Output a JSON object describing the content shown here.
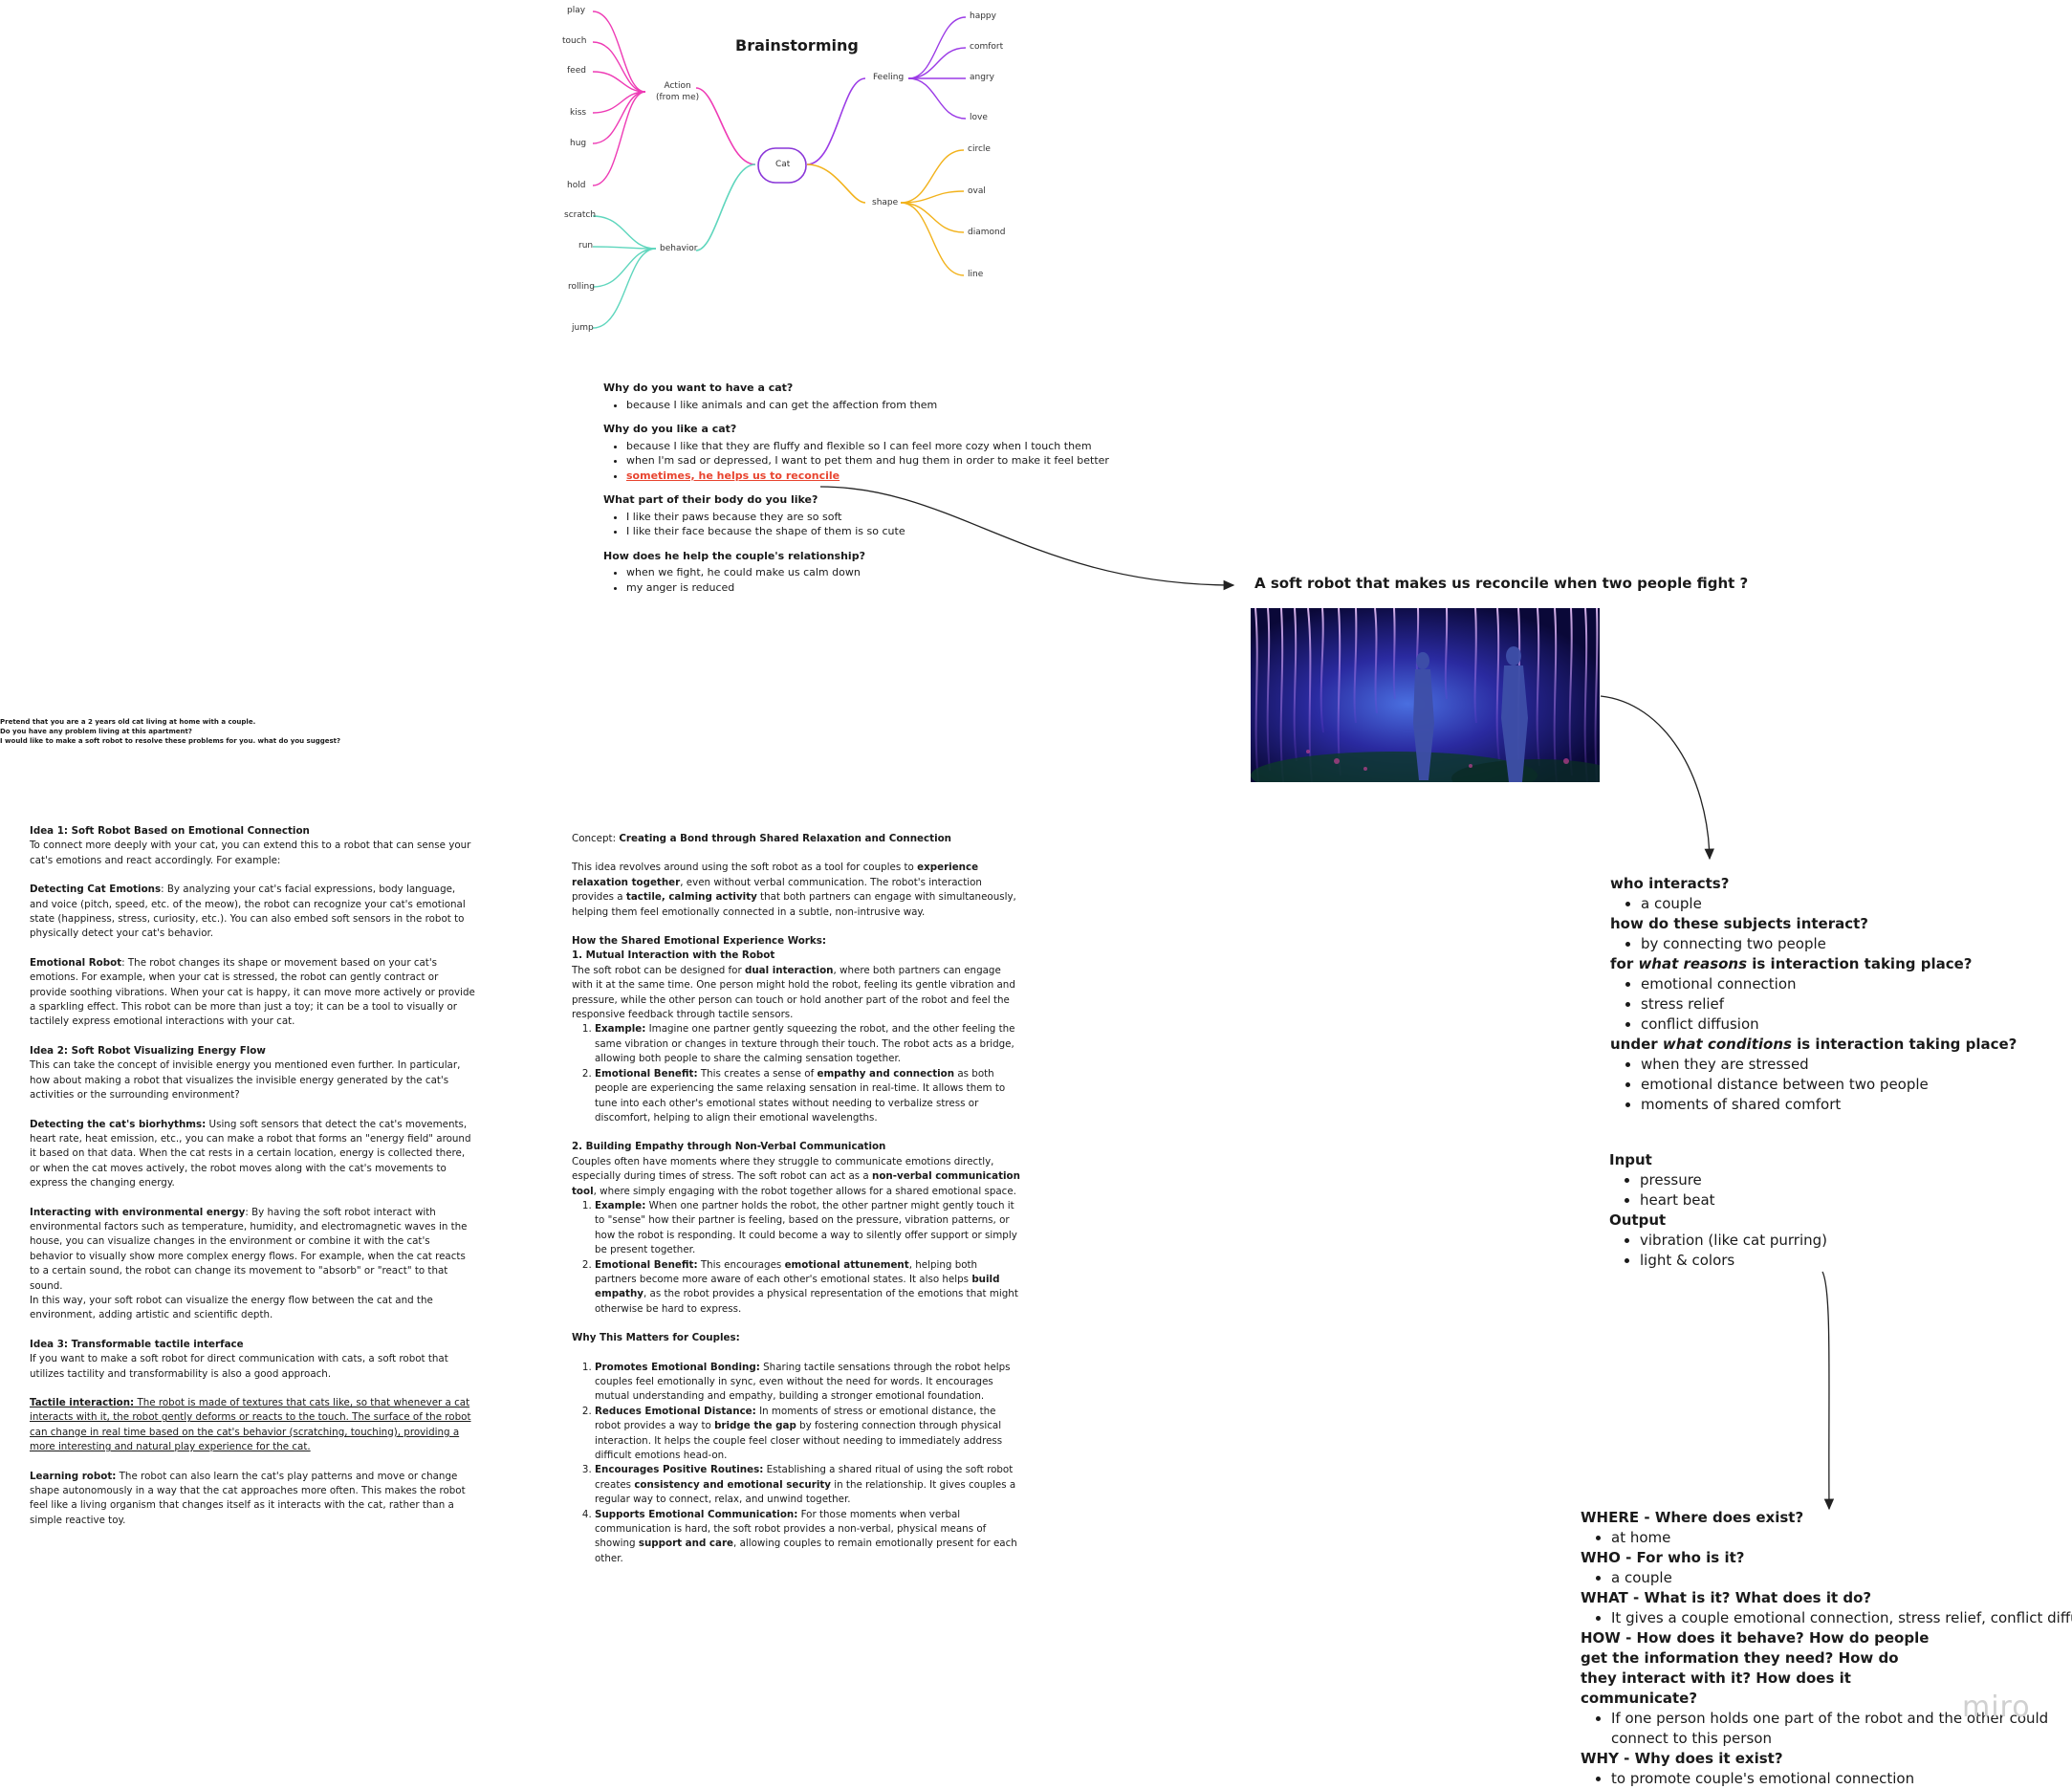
{
  "mindmap": {
    "title": "Brainstorming",
    "center": "Cat",
    "action": {
      "label": "Action\n(from me)",
      "items": [
        "play",
        "touch",
        "feed",
        "kiss",
        "hug",
        "hold"
      ],
      "color": "#ee3bb5"
    },
    "behavior": {
      "label": "behavior",
      "items": [
        "scratch",
        "run",
        "rolling",
        "jump"
      ],
      "color": "#5fd6bd"
    },
    "feeling": {
      "label": "Feeling",
      "items": [
        "happy",
        "comfort",
        "angry",
        "love"
      ],
      "color": "#9b3be6"
    },
    "shape": {
      "label": "shape",
      "items": [
        "circle",
        "oval",
        "diamond",
        "line"
      ],
      "color": "#f2b21b"
    }
  },
  "questions": [
    {
      "q": "Why do you want to have a cat?",
      "a": [
        "because I like animals and can get the affection from them"
      ]
    },
    {
      "q": "Why do you like a cat?",
      "a": [
        "because I like that they are fluffy and flexible so I can feel more cozy when I touch them",
        "when I'm sad or depressed, I want to pet them and hug them in order to make it feel better"
      ],
      "highlight": "sometimes, he helps us to reconcile"
    },
    {
      "q": "What part of their body do you like?",
      "a": [
        "I like their paws because they are so soft",
        "I like their face because the shape of them is so cute"
      ]
    },
    {
      "q": "How does he help the couple's relationship?",
      "a": [
        "when we fight, he could make us calm down",
        "my anger is reduced"
      ]
    }
  ],
  "robot_title": "A soft robot that makes us reconcile when two people fight ?",
  "prompt_lines": [
    "Pretend that you are a 2 years old cat living at home with a couple.",
    "Do you have any problem living at this apartment?",
    "I would like to make a soft robot to resolve these problems for you. what do you suggest?"
  ],
  "ideas": {
    "idea1_title": "Idea 1: Soft Robot Based on Emotional Connection",
    "idea1_text": "To connect more deeply with your cat, you can extend this to a robot that can sense your cat's emotions and react accordingly. For example:",
    "detect_title": "Detecting Cat Emotions",
    "detect_text": ": By analyzing your cat's facial expressions, body language, and voice (pitch, speed, etc. of the meow), the robot can recognize your cat's emotional state (happiness, stress, curiosity, etc.). You can also embed soft sensors in the robot to physically detect your cat's behavior.",
    "emo_title": "Emotional Robot",
    "emo_text": ": The robot changes its shape or movement based on your cat's emotions. For example, when your cat is stressed, the robot can gently contract or provide soothing vibrations. When your cat is happy, it can move more actively or provide a sparkling effect. This robot can be more than just a toy; it can be a tool to visually or tactilely express emotional interactions with your cat.",
    "idea2_title": "Idea 2: Soft Robot Visualizing Energy Flow",
    "idea2_text": "This can take the concept of invisible energy you mentioned even further. In particular, how about making a robot that visualizes the invisible energy generated by the cat's activities or the surrounding environment?",
    "bio_title": "Detecting the cat's biorhythms:",
    "bio_text": " Using soft sensors that detect the cat's movements, heart rate, heat emission, etc., you can make a robot that forms an \"energy field\" around it based on that data. When the cat rests in a certain location, energy is collected there, or when the cat moves actively, the robot moves along with the cat's movements to express the changing energy.",
    "env_title": "Interacting with environmental energy",
    "env_text": ": By having the soft robot interact with environmental factors such as temperature, humidity, and electromagnetic waves in the house, you can visualize changes in the environment or combine it with the cat's behavior to visually show more complex energy flows. For example, when the cat reacts to a certain sound, the robot can change its movement to \"absorb\" or \"react\" to that sound.",
    "env_text2": "In this way, your soft robot can visualize the energy flow between the cat and the environment, adding artistic and scientific depth.",
    "idea3_title": "Idea 3: Transformable tactile interface",
    "idea3_text": "If you want to make a soft robot for direct communication with cats, a soft robot that utilizes tactility and transformability is also a good approach.",
    "tactile_title": "Tactile interaction:",
    "tactile_text": " The robot is made of textures that cats like, so that whenever a cat interacts with it, the robot gently deforms or reacts to the touch. The surface of the robot can change in real time based on the cat's behavior (scratching, touching), providing a more interesting and natural play experience for the cat.",
    "learn_title": "Learning robot:",
    "learn_text": " The robot can also learn the cat's play patterns and move or change shape autonomously in a way that the cat approaches more often. This makes the robot feel like a living organism that changes itself as it interacts with the cat, rather than a simple reactive toy."
  },
  "concept": {
    "prefix": "Concept: ",
    "title": "Creating a Bond through Shared Relaxation and Connection",
    "intro_a": "This idea revolves around using the soft robot as a tool for couples to ",
    "intro_b1": "experience relaxation together",
    "intro_c": ", even without verbal communication. The robot's interaction provides a ",
    "intro_b2": "tactile, calming activity",
    "intro_d": " that both partners can engage with simultaneously, helping them feel emotionally connected in a subtle, non-intrusive way.",
    "how_title": "How the Shared Emotional Experience Works:",
    "s1_title": "1. Mutual Interaction with the Robot",
    "s1_a": "The soft robot can be designed for ",
    "s1_b": "dual interaction",
    "s1_c": ", where both partners can engage with it at the same time. One person might hold the robot, feeling its gentle vibration and pressure, while the other person can touch or hold another part of the robot and feel the responsive feedback through tactile sensors.",
    "s1_ex_label": "Example:",
    "s1_ex": " Imagine one partner gently squeezing the robot, and the other feeling the same vibration or changes in texture through their touch. The robot acts as a bridge, allowing both people to share the calming sensation together.",
    "s1_ben_label": "Emotional Benefit:",
    "s1_ben_a": " This creates a sense of ",
    "s1_ben_b": "empathy and connection",
    "s1_ben_c": " as both people are experiencing the same relaxing sensation in real-time. It allows them to tune into each other's emotional states without needing to verbalize stress or discomfort, helping to align their emotional wavelengths.",
    "s2_title": "2. Building Empathy through Non-Verbal Communication",
    "s2_a": "Couples often have moments where they struggle to communicate emotions directly, especially during times of stress. The soft robot can act as a ",
    "s2_b": "non-verbal communication tool",
    "s2_c": ", where simply engaging with the robot together allows for a shared emotional space.",
    "s2_ex_label": "Example:",
    "s2_ex": " When one partner holds the robot, the other partner might gently touch it to \"sense\" how their partner is feeling, based on the pressure, vibration patterns, or how the robot is responding. It could become a way to silently offer support or simply be present together.",
    "s2_ben_label": "Emotional Benefit:",
    "s2_ben_a": " This encourages ",
    "s2_ben_b": "emotional attunement",
    "s2_ben_c": ", helping both partners become more aware of each other's emotional states. It also helps ",
    "s2_ben_d": "build empathy",
    "s2_ben_e": ", as the robot provides a physical representation of the emotions that might otherwise be hard to express.",
    "why_title": "Why This Matters for Couples:",
    "w1_label": "Promotes Emotional Bonding:",
    "w1": " Sharing tactile sensations through the robot helps couples feel emotionally in sync, even without the need for words. It encourages mutual understanding and empathy, building a stronger emotional foundation.",
    "w2_label": "Reduces Emotional Distance:",
    "w2_a": " In moments of stress or emotional distance, the robot provides a way to ",
    "w2_b": "bridge the gap",
    "w2_c": " by fostering connection through physical interaction. It helps the couple feel closer without needing to immediately address difficult emotions head-on.",
    "w3_label": "Encourages Positive Routines:",
    "w3_a": " Establishing a shared ritual of using the soft robot creates ",
    "w3_b": "consistency and emotional security",
    "w3_c": " in the relationship. It gives couples a regular way to connect, relax, and unwind together.",
    "w4_label": "Supports Emotional Communication:",
    "w4_a": " For those moments when verbal communication is hard, the soft robot provides a non-verbal, physical means of showing ",
    "w4_b": "support and care",
    "w4_c": ", allowing couples to remain emotionally present for each other."
  },
  "interaction": {
    "who_q": "who interacts?",
    "who_a": "a couple",
    "how_q": "how do these subjects interact?",
    "how_a": "by connecting two people",
    "for_a": "for ",
    "for_b": "what reasons",
    "for_c": " is interaction taking place?",
    "reasons": [
      "emotional connection",
      "stress relief",
      "conflict diffusion"
    ],
    "under_a": "under ",
    "under_b": "what conditions",
    "under_c": " is interaction taking place?",
    "conditions": [
      "when they are stressed",
      "emotional distance between two people",
      "moments of shared comfort"
    ],
    "input_label": "Input",
    "inputs": [
      "pressure",
      "heart beat"
    ],
    "output_label": "Output",
    "outputs": [
      "vibration (like cat purring)",
      "light & colors"
    ]
  },
  "w5h": {
    "where_q": "WHERE - Where does exist?",
    "where_a": "at home",
    "who_q": "WHO - For who is it?",
    "who_a": "a couple",
    "what_q": "WHAT - What is it? What does it do?",
    "what_a": "It gives a couple emotional connection, stress relief, conflict diffusion",
    "how_q": "HOW - How does it behave? How do people get the information they need? How do they interact with it? How does it communicate?",
    "how_a": "If one person holds one part of the robot and the other could connect to this person",
    "why_q": "WHY - Why does it exist?",
    "why_a": "to promote couple's emotional connection"
  },
  "watermark": "miro"
}
